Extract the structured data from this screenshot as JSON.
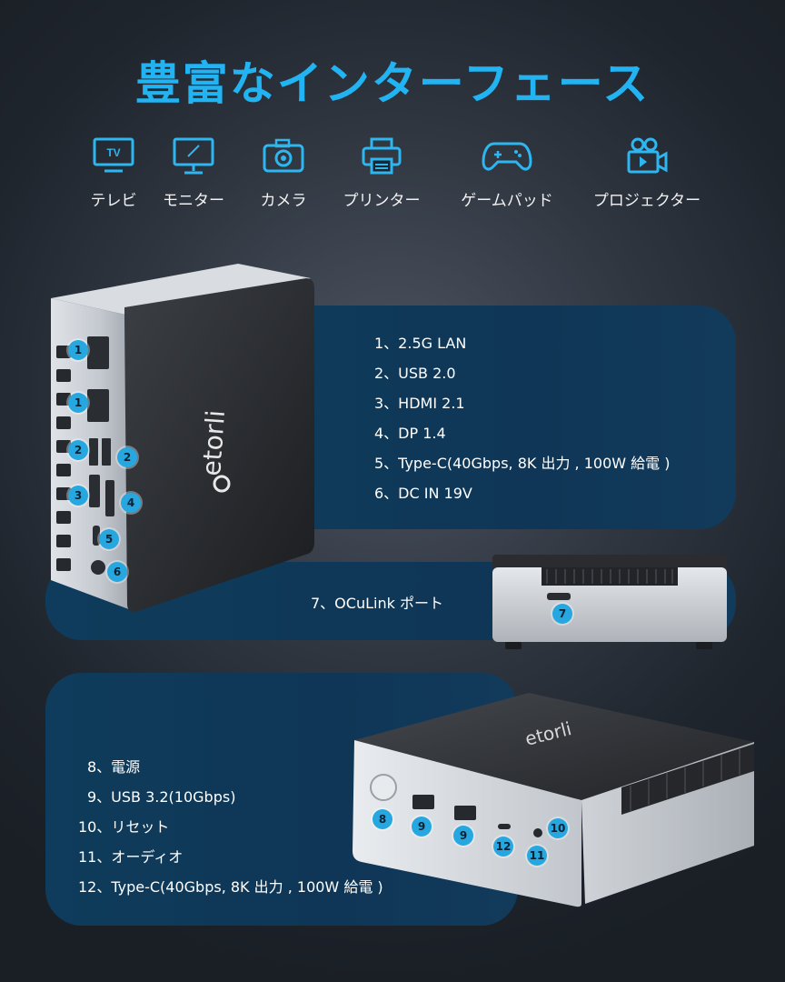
{
  "title": "豊富なインターフェース",
  "icons": [
    {
      "name": "tv-icon",
      "label": "テレビ",
      "badge": "TV"
    },
    {
      "name": "monitor-icon",
      "label": "モニター"
    },
    {
      "name": "camera-icon",
      "label": "カメラ"
    },
    {
      "name": "printer-icon",
      "label": "プリンター"
    },
    {
      "name": "gamepad-icon",
      "label": "ゲームパッド"
    },
    {
      "name": "projector-icon",
      "label": "プロジェクター"
    }
  ],
  "brand": "etorli",
  "side_ports": [
    "1、2.5G LAN",
    "2、USB 2.0",
    "3、HDMI 2.1",
    "4、DP 1.4",
    "5、Type-C(40Gbps, 8K 出力 , 100W 給電 )",
    "6、DC IN 19V"
  ],
  "back_ports": [
    "7、OCuLink ポート"
  ],
  "front_ports": [
    "8、電源",
    "9、USB 3.2(10Gbps)",
    "10、リセット",
    "11、オーディオ",
    "12、Type-C(40Gbps, 8K 出力 , 100W 給電 )"
  ],
  "markers": {
    "m1": "1",
    "m2": "2",
    "m3": "3",
    "m4": "4",
    "m5": "5",
    "m6": "6",
    "m7": "7",
    "m8": "8",
    "m9": "9",
    "m10": "10",
    "m11": "11",
    "m12": "12"
  },
  "colors": {
    "accent": "#22b3f2",
    "panel": "#0f3a5a",
    "marker": "#27a7e0"
  }
}
